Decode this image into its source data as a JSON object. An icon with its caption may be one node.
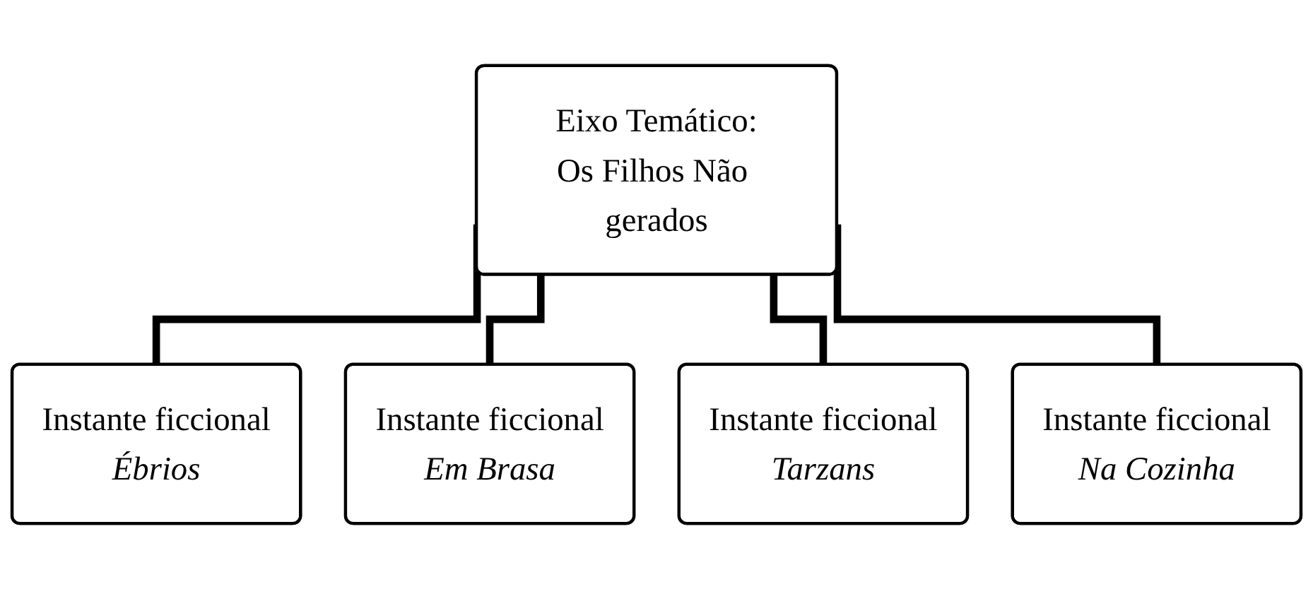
{
  "diagram": {
    "nodes": [
      {
        "text": [
          "Eixo Temático:",
          "Os Filhos Não gerados"
        ]
      },
      {
        "text": [
          "Instante ficcional",
          "Ébrios"
        ]
      },
      {
        "text": [
          "Instante ficcional",
          "Em Brasa"
        ]
      },
      {
        "text": [
          "Instante ficcional",
          "Tarzans"
        ]
      },
      {
        "text": [
          "Instante ficcional",
          "Na Cozinha"
        ]
      }
    ],
    "edges": [
      {
        "from": 0,
        "to": 1,
        "arrow": "none"
      },
      {
        "from": 0,
        "to": 2,
        "arrow": "none"
      },
      {
        "from": 0,
        "to": 3,
        "arrow": "none"
      },
      {
        "from": 0,
        "to": 4,
        "arrow": "none"
      }
    ]
  }
}
